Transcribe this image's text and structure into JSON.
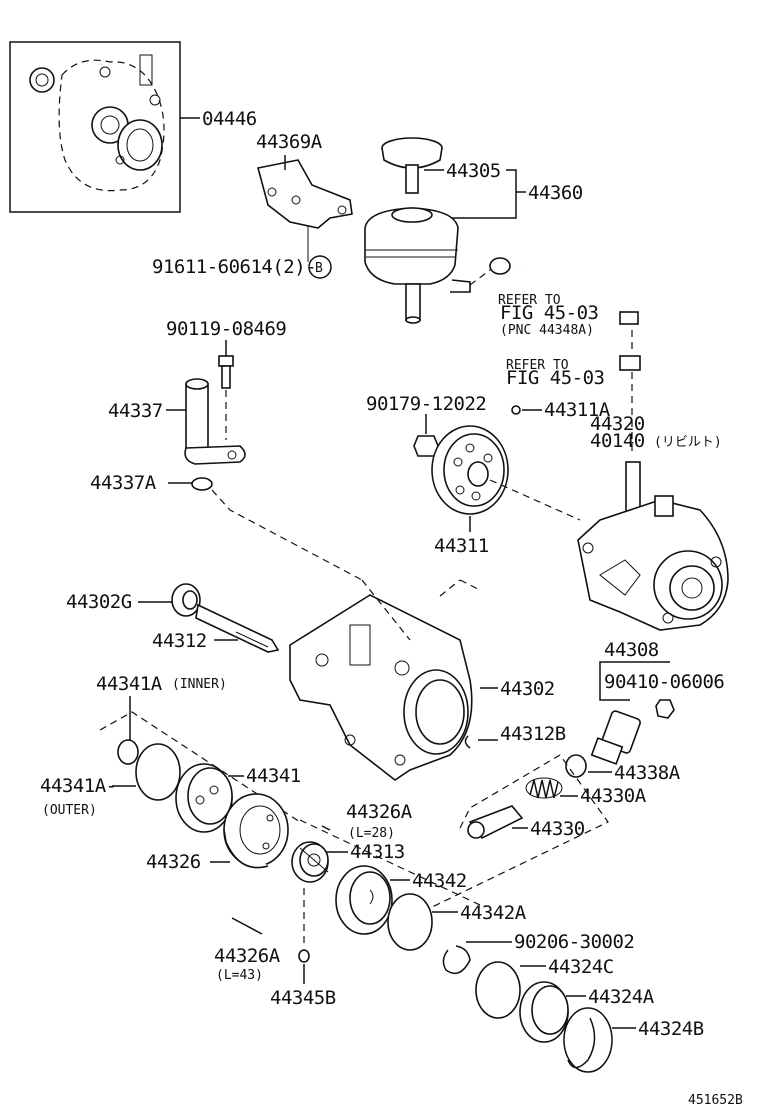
{
  "labels": {
    "p04446": "04446",
    "p44369A": "44369A",
    "p44305": "44305",
    "p44360": "44360",
    "p91611": "91611-60614(2)-",
    "circleB": "B",
    "refer1_a": "REFER TO",
    "refer1_b": "FIG 45-03",
    "refer1_c": "(PNC 44348A)",
    "refer2_a": "REFER TO",
    "refer2_b": "FIG 45-03",
    "p90119": "90119-08469",
    "p44337": "44337",
    "p90179": "90179-12022",
    "p44311A": "44311A",
    "p44320": "44320",
    "p40140": "40140",
    "p40140_note": "(リビルト)",
    "p44337A": "44337A",
    "p44311": "44311",
    "p44302G": "44302G",
    "p44312": "44312",
    "p44308": "44308",
    "p90410": "90410-06006",
    "p44341A_inner": "44341A",
    "p44341A_inner_note": "(INNER)",
    "p44302": "44302",
    "p44312B": "44312B",
    "p44341A_outer": "44341A-",
    "p44341A_outer_note": "(OUTER)",
    "p44341": "44341",
    "p44338A": "44338A",
    "p44330A": "44330A",
    "p44326A_l28": "44326A",
    "p44326A_l28_note": "(L=28)",
    "p44330": "44330",
    "p44326": "44326",
    "p44313": "44313",
    "p44342": "44342",
    "p44342A": "44342A",
    "p90206": "90206-30002",
    "p44326A_l43": "44326A",
    "p44326A_l43_note": "(L=43)",
    "p44324C": "44324C",
    "p44345B": "44345B",
    "p44324A": "44324A",
    "p44324B": "44324B",
    "figure_id": "451652B"
  },
  "colors": {
    "ink": "#111111",
    "paper": "#ffffff"
  }
}
